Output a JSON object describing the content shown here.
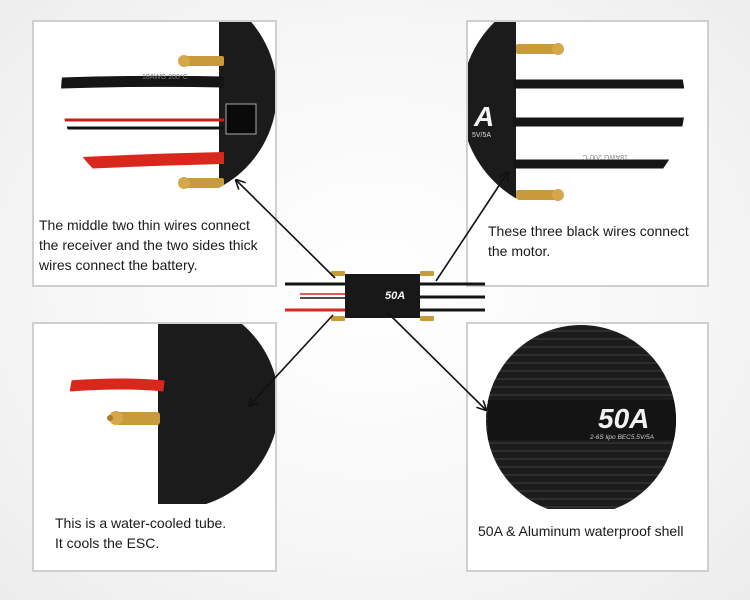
{
  "panels": {
    "top_left": {
      "caption_lines": [
        "The middle two thin wires connect",
        "the receiver and the two sides thick",
        "wires connect the battery."
      ],
      "photo_label": "18AWG 200°C"
    },
    "top_right": {
      "caption_lines": [
        "These three black wires connect",
        "the motor."
      ],
      "photo_label": "18AWG 200°C",
      "photo_mark": "A",
      "photo_mark_sub": "5V/5A"
    },
    "bottom_left": {
      "caption_lines": [
        "This is a water-cooled tube.",
        "It cools the ESC."
      ]
    },
    "bottom_right": {
      "caption_lines": [
        "50A & Aluminum waterproof shell"
      ],
      "photo_rating": "50A",
      "photo_spec": "2-6S lipo BEC5.5V/5A"
    }
  },
  "esc": {
    "rating": "50A"
  },
  "colors": {
    "wire_red": "#d8271c",
    "wire_black": "#141414",
    "housing": "#181818",
    "connector_gold": "#c99a3a",
    "frame": "#cfcfcf"
  }
}
